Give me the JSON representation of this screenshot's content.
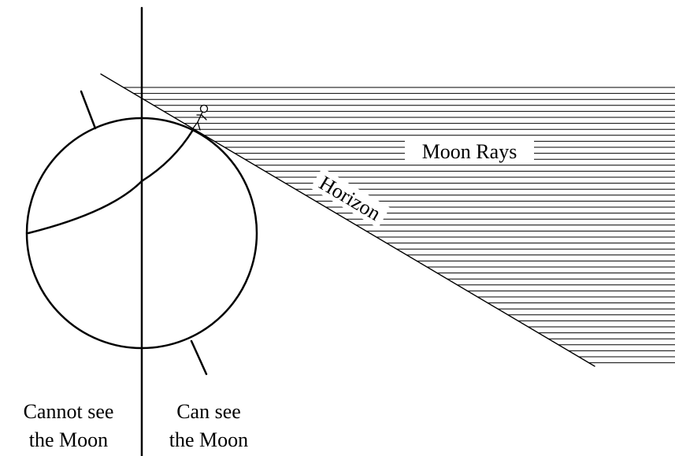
{
  "labels": {
    "moon_rays": "Moon Rays",
    "horizon": "Horizon",
    "left_caption_line1": "Cannot see",
    "left_caption_line2": "the Moon",
    "right_caption_line1": "Can see",
    "right_caption_line2": "the Moon"
  },
  "icons": {
    "observer": "stick-figure-person"
  },
  "colors": {
    "ink": "#000000",
    "background": "#ffffff"
  }
}
